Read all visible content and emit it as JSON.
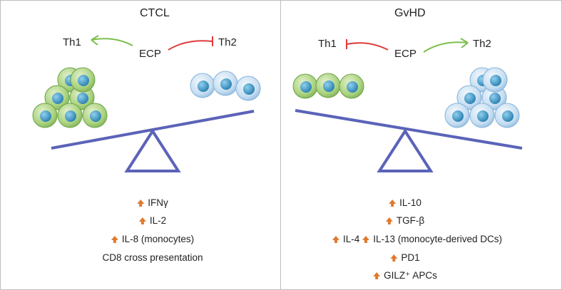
{
  "left_panel": {
    "title": "CTCL",
    "th1": "Th1",
    "th2": "Th2",
    "ecp": "ECP",
    "factors": [
      {
        "up": true,
        "text": "IFNγ"
      },
      {
        "up": true,
        "text": "IL-2"
      },
      {
        "up": true,
        "text": "IL-8 (monocytes)"
      },
      {
        "up": false,
        "text": "CD8 cross presentation"
      }
    ]
  },
  "right_panel": {
    "title": "GvHD",
    "th1": "Th1",
    "th2": "Th2",
    "ecp": "ECP",
    "factors": [
      {
        "up": true,
        "text": "IL-10"
      },
      {
        "up": true,
        "text": "TGF-β"
      },
      {
        "up": true,
        "text": "IL-4",
        "up2": true,
        "text2": "IL-13 (monocyte-derived DCs)"
      },
      {
        "up": true,
        "text": "PD1"
      },
      {
        "up": true,
        "text": "GILZ⁺ APCs"
      }
    ]
  },
  "colors": {
    "promote_arrow": "#7cbf4a",
    "inhibit_arrow": "#e03a3a",
    "scale": "#5b63b8",
    "up_arrow": "#e07a2e",
    "th1_cell": "#a9d27e",
    "th2_cell": "#c6def2",
    "nucleus": "#3c97c6"
  },
  "icons": [
    "promote-arrow-icon",
    "inhibit-arrow-icon",
    "up-arrow-icon",
    "cell-icon"
  ]
}
